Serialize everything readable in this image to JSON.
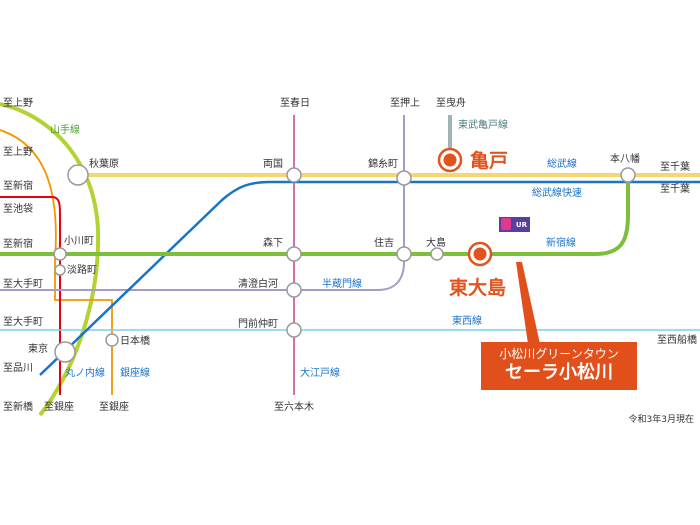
{
  "lines": {
    "yamanote": "山手線",
    "tobu_kameido": "東武亀戸線",
    "sobu": "総武線",
    "sobu_rapid": "総武線快速",
    "shinjuku": "新宿線",
    "hanzomon": "半蔵門線",
    "tozai": "東西線",
    "marunouchi": "丸ノ内線",
    "ginza": "銀座線",
    "oedo": "大江戸線"
  },
  "stations": {
    "akihabara": "秋葉原",
    "ryogoku": "両国",
    "kinshicho": "錦糸町",
    "kameido": "亀戸",
    "motoyawata": "本八幡",
    "ogawamachi": "小川町",
    "awajicho": "淡路町",
    "morishita": "森下",
    "sumiyoshi": "住吉",
    "ojima": "大島",
    "higashiojima": "東大島",
    "kiyosumi": "清澄白河",
    "monzen": "門前仲町",
    "nihonbashi": "日本橋",
    "tokyo": "東京"
  },
  "directions": {
    "ueno1": "至上野",
    "ueno2": "至上野",
    "shinjuku1": "至新宿",
    "ikebukuro": "至池袋",
    "shinjuku2": "至新宿",
    "otemachi1": "至大手町",
    "otemachi2": "至大手町",
    "shinagawa": "至品川",
    "shinbashi": "至新橋",
    "ginza1": "至銀座",
    "ginza2": "至銀座",
    "kasuga": "至春日",
    "oshiage": "至押上",
    "hikifune": "至曳舟",
    "roppongi": "至六本木",
    "chiba1": "至千葉",
    "chiba2": "至千葉",
    "nishifunabashi": "至西船橋"
  },
  "logo": {
    "text": "UR"
  },
  "callout": {
    "line1": "小松川グリーンタウン",
    "line2": "セーラ小松川"
  },
  "date_note": "令和3年3月現在",
  "colors": {
    "yamanote": "#b3d335",
    "sobu": "#f5d76e",
    "sobu_rapid": "#1a73c8",
    "shinjuku": "#7dbf3c",
    "hanzomon": "#a899cf",
    "tozai": "#7fcfe8",
    "marunouchi": "#e60012",
    "ginza": "#f39700",
    "oedo": "#d35fa3",
    "tobu": "#9fb5b3",
    "accent": "#e0541e"
  }
}
